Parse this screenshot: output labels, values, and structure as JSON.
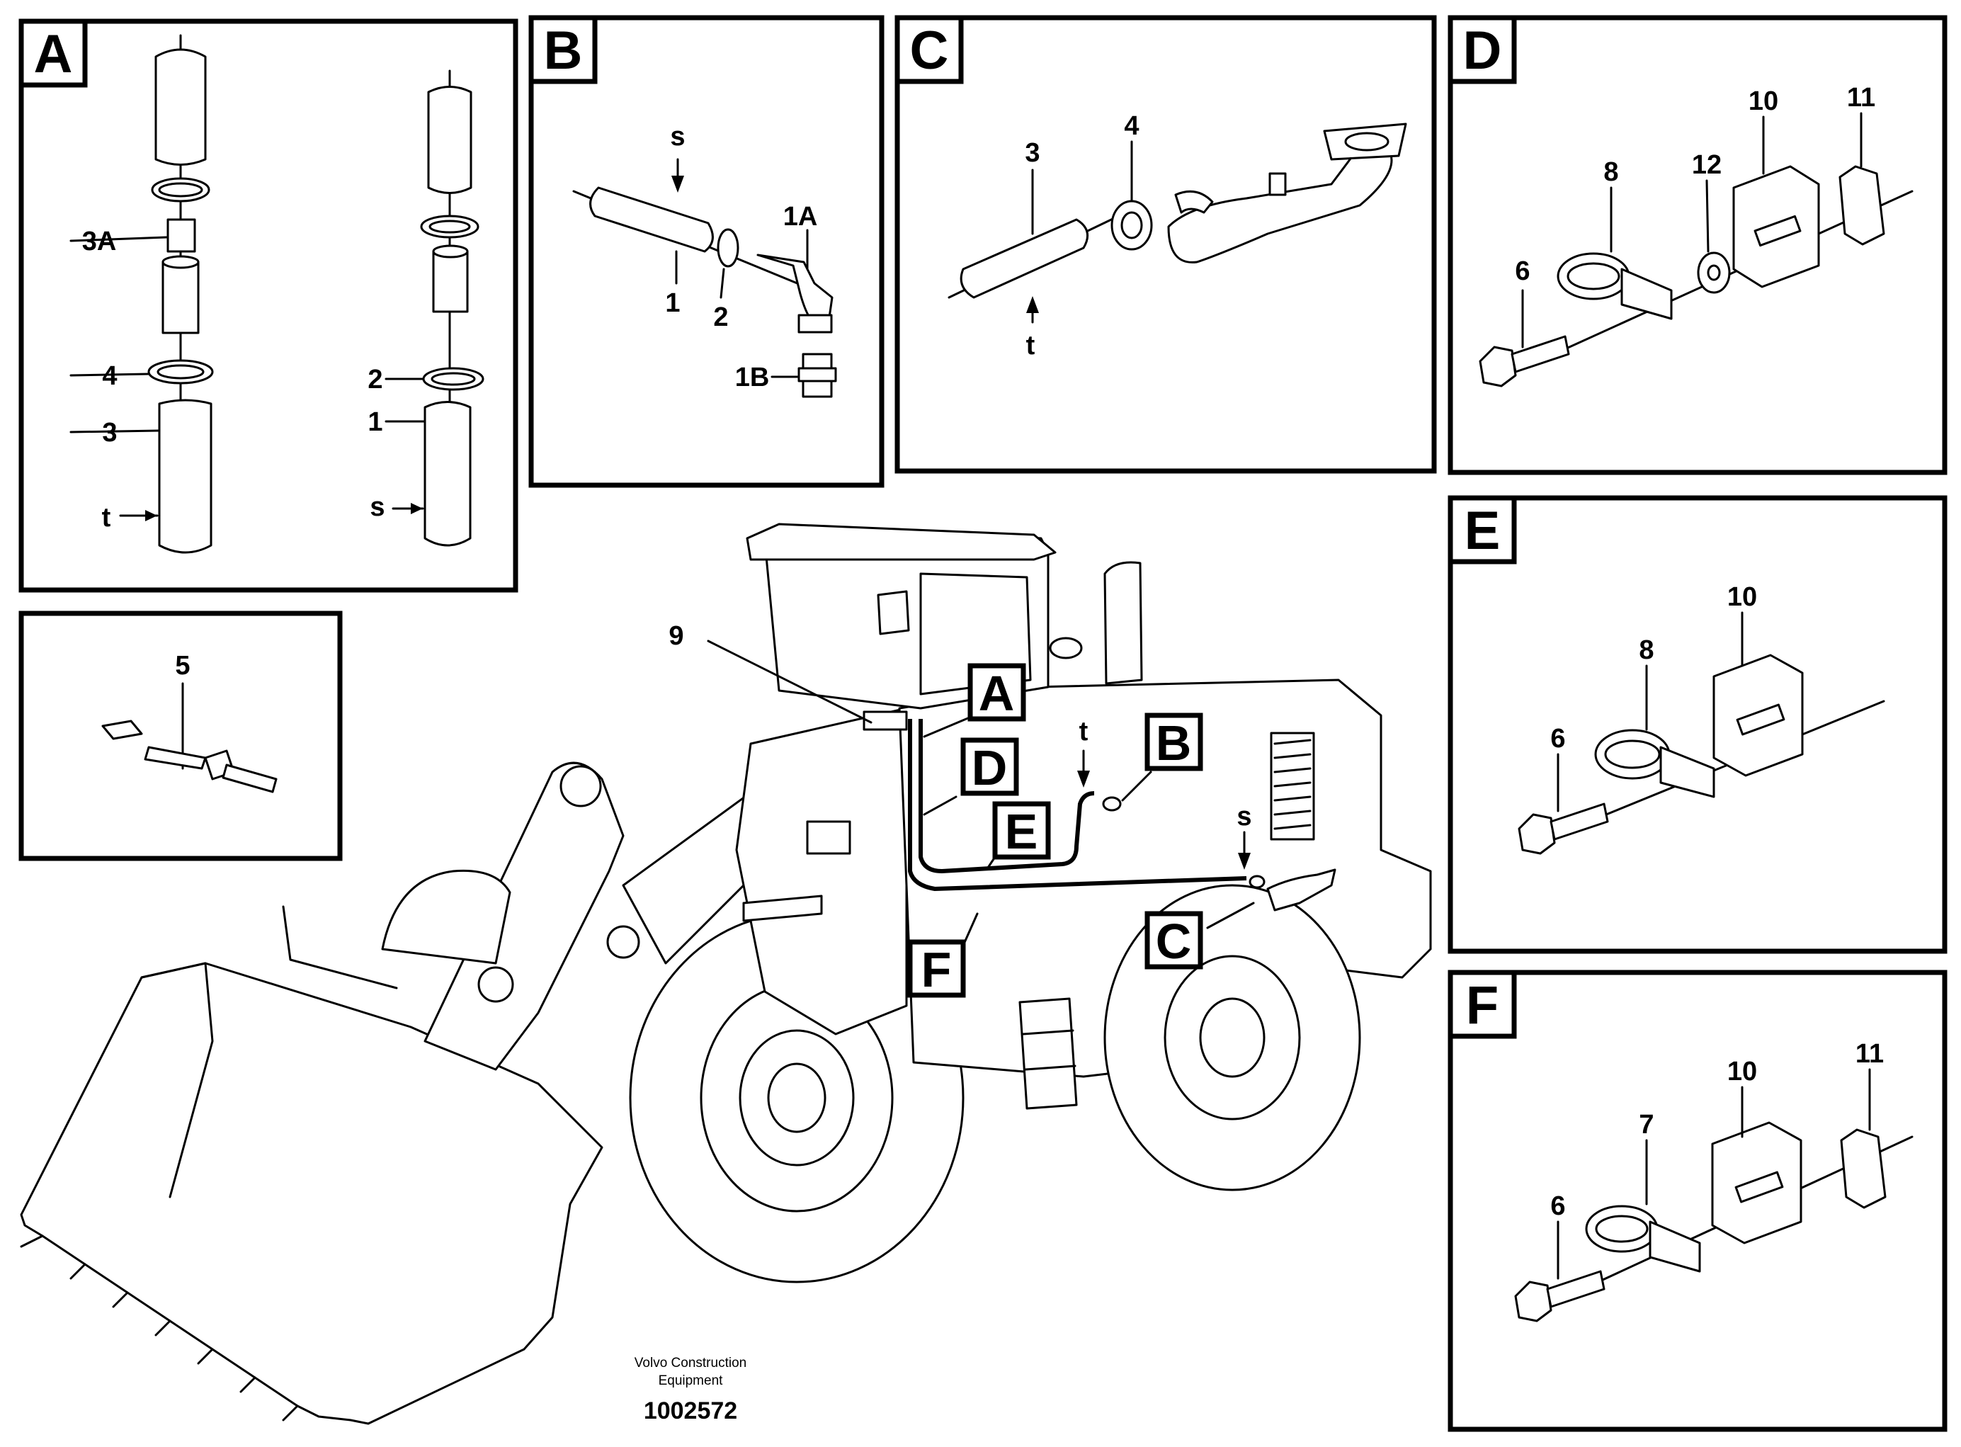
{
  "panels": {
    "A": {
      "letter": "A",
      "labels": {
        "l3a": "3A",
        "l4": "4",
        "l3": "3",
        "lt": "t",
        "l2": "2",
        "l1": "1",
        "ls": "s"
      }
    },
    "B": {
      "letter": "B",
      "labels": {
        "ls": "s",
        "l1": "1",
        "l2": "2",
        "l1a": "1A",
        "l1b": "1B"
      }
    },
    "C": {
      "letter": "C",
      "labels": {
        "l3": "3",
        "l4": "4",
        "lt": "t"
      }
    },
    "D": {
      "letter": "D",
      "labels": {
        "l10": "10",
        "l11": "11",
        "l8": "8",
        "l12": "12",
        "l6": "6"
      }
    },
    "E": {
      "letter": "E",
      "labels": {
        "l10": "10",
        "l8": "8",
        "l6": "6"
      }
    },
    "F": {
      "letter": "F",
      "labels": {
        "l10": "10",
        "l11": "11",
        "l7": "7",
        "l6": "6"
      }
    },
    "tag": {
      "l5": "5"
    }
  },
  "machine": {
    "callouts": [
      "A",
      "D",
      "E",
      "F",
      "B",
      "C"
    ],
    "labels": {
      "l9": "9",
      "lt": "t",
      "ls": "s"
    }
  },
  "footer": {
    "company_line1": "Volvo Construction",
    "company_line2": "Equipment",
    "drawing_number": "1002572"
  }
}
